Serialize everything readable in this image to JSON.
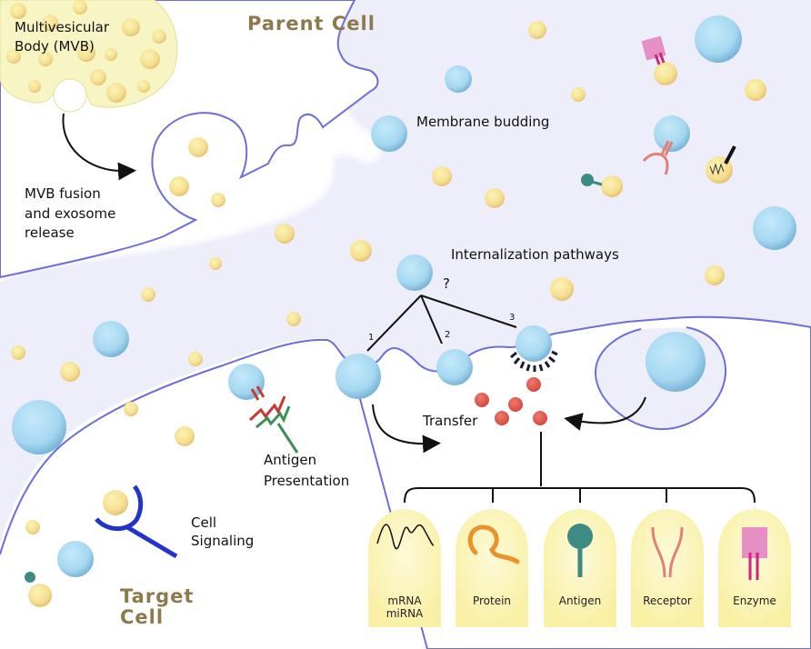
{
  "titles": {
    "parent_cell": "Parent Cell",
    "target_cell_line1": "Target",
    "target_cell_line2": "Cell"
  },
  "labels": {
    "mvb_line1": "Multivesicular",
    "mvb_line2": "Body (MVB)",
    "fusion_line1": "MVB fusion",
    "fusion_line2": "and exosome",
    "fusion_line3": "release",
    "membrane_budding": "Membrane budding",
    "internalization": "Internalization pathways",
    "question": "?",
    "pathway_1": "1",
    "pathway_2": "2",
    "pathway_3": "3",
    "transfer": "Transfer",
    "antigen_line1": "Antigen",
    "antigen_line2": "Presentation",
    "signaling_line1": "Cell",
    "signaling_line2": "Signaling"
  },
  "cargo": [
    {
      "id": "mrna",
      "label_line1": "mRNA",
      "label_line2": "miRNA",
      "icon": "rna-wave-icon"
    },
    {
      "id": "protein",
      "label_line1": "Protein",
      "label_line2": "",
      "icon": "protein-coil-icon"
    },
    {
      "id": "antigen",
      "label_line1": "Antigen",
      "label_line2": "",
      "icon": "antigen-lollipop-icon"
    },
    {
      "id": "receptor",
      "label_line1": "Receptor",
      "label_line2": "",
      "icon": "receptor-y-icon"
    },
    {
      "id": "enzyme",
      "label_line1": "Enzyme",
      "label_line2": "",
      "icon": "enzyme-square-icon"
    }
  ],
  "colors": {
    "title": "#8c7a4c",
    "membrane_stroke": "#6e6fd6",
    "cytoplasm": "#eeeefb",
    "exosome_blue": "#a9daf2",
    "vesicle_yellow": "#f6e39a",
    "mvb_fill": "#f7f5c4",
    "transfer_red": "#e2574c",
    "card_fill": "#fbf6c2"
  }
}
